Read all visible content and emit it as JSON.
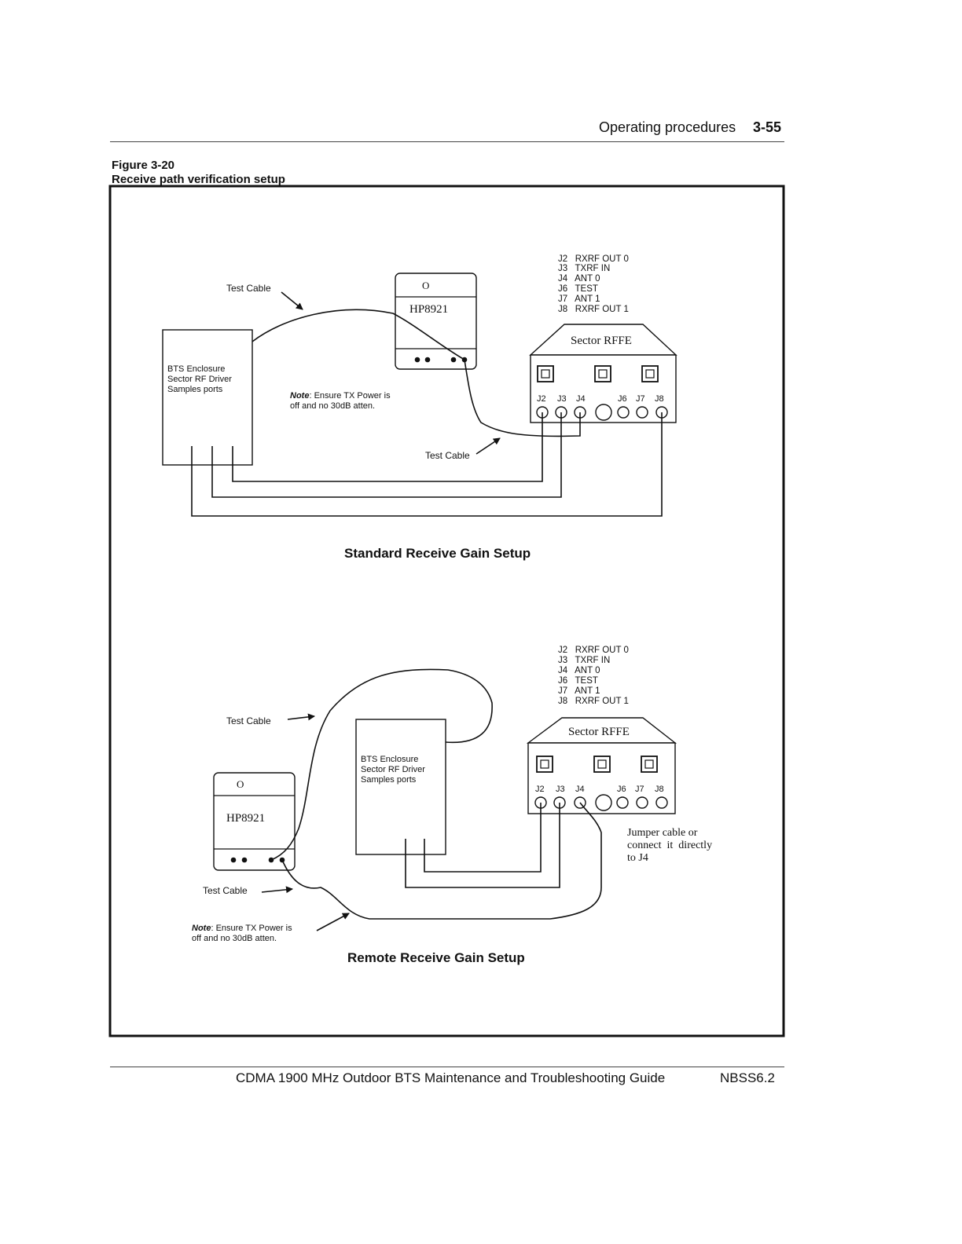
{
  "header": {
    "section_title": "Operating procedures",
    "page_number": "3-55"
  },
  "figure": {
    "number": "Figure 3-20",
    "caption": "Receive path verification setup"
  },
  "setups": [
    {
      "title": "Standard Receive Gain Setup",
      "port_legend": [
        "J2   RXRF OUT 0",
        "J3   TXRF IN",
        "J4   ANT 0",
        "J6   TEST",
        "J7   ANT 1",
        "J8   RXRF OUT 1"
      ],
      "rffe_label": "Sector RFFE",
      "port_labels": [
        "J2",
        "J3",
        "J4",
        "J6",
        "J7",
        "J8"
      ],
      "hp_label": "HP8921",
      "hp_indicator": "O",
      "bts_lines": [
        "BTS Enclosure",
        "Sector RF Driver",
        "Samples ports"
      ],
      "test_cable_1": "Test Cable",
      "test_cable_2": "Test Cable",
      "note_prefix": "Note",
      "note_line1": ": Ensure TX Power is",
      "note_line2": "off and no 30dB atten."
    },
    {
      "title": "Remote Receive Gain Setup",
      "port_legend": [
        "J2   RXRF OUT 0",
        "J3   TXRF IN",
        "J4   ANT 0",
        "J6   TEST",
        "J7   ANT 1",
        "J8   RXRF OUT 1"
      ],
      "rffe_label": "Sector RFFE",
      "port_labels": [
        "J2",
        "J3",
        "J4",
        "J6",
        "J7",
        "J8"
      ],
      "hp_label": "HP8921",
      "hp_indicator": "O",
      "bts_lines": [
        "BTS Enclosure",
        "Sector RF Driver",
        "Samples ports"
      ],
      "test_cable_1": "Test Cable",
      "test_cable_2": "Test Cable",
      "note_prefix": "Note",
      "note_line1": ": Ensure TX Power is",
      "note_line2": "off and no 30dB atten.",
      "jumper_note": [
        "Jumper cable or",
        "connect  it  directly",
        "to J4"
      ]
    }
  ],
  "footer": {
    "guide_title": "CDMA 1900 MHz Outdoor BTS Maintenance and Troubleshooting Guide",
    "release": "NBSS6.2"
  }
}
